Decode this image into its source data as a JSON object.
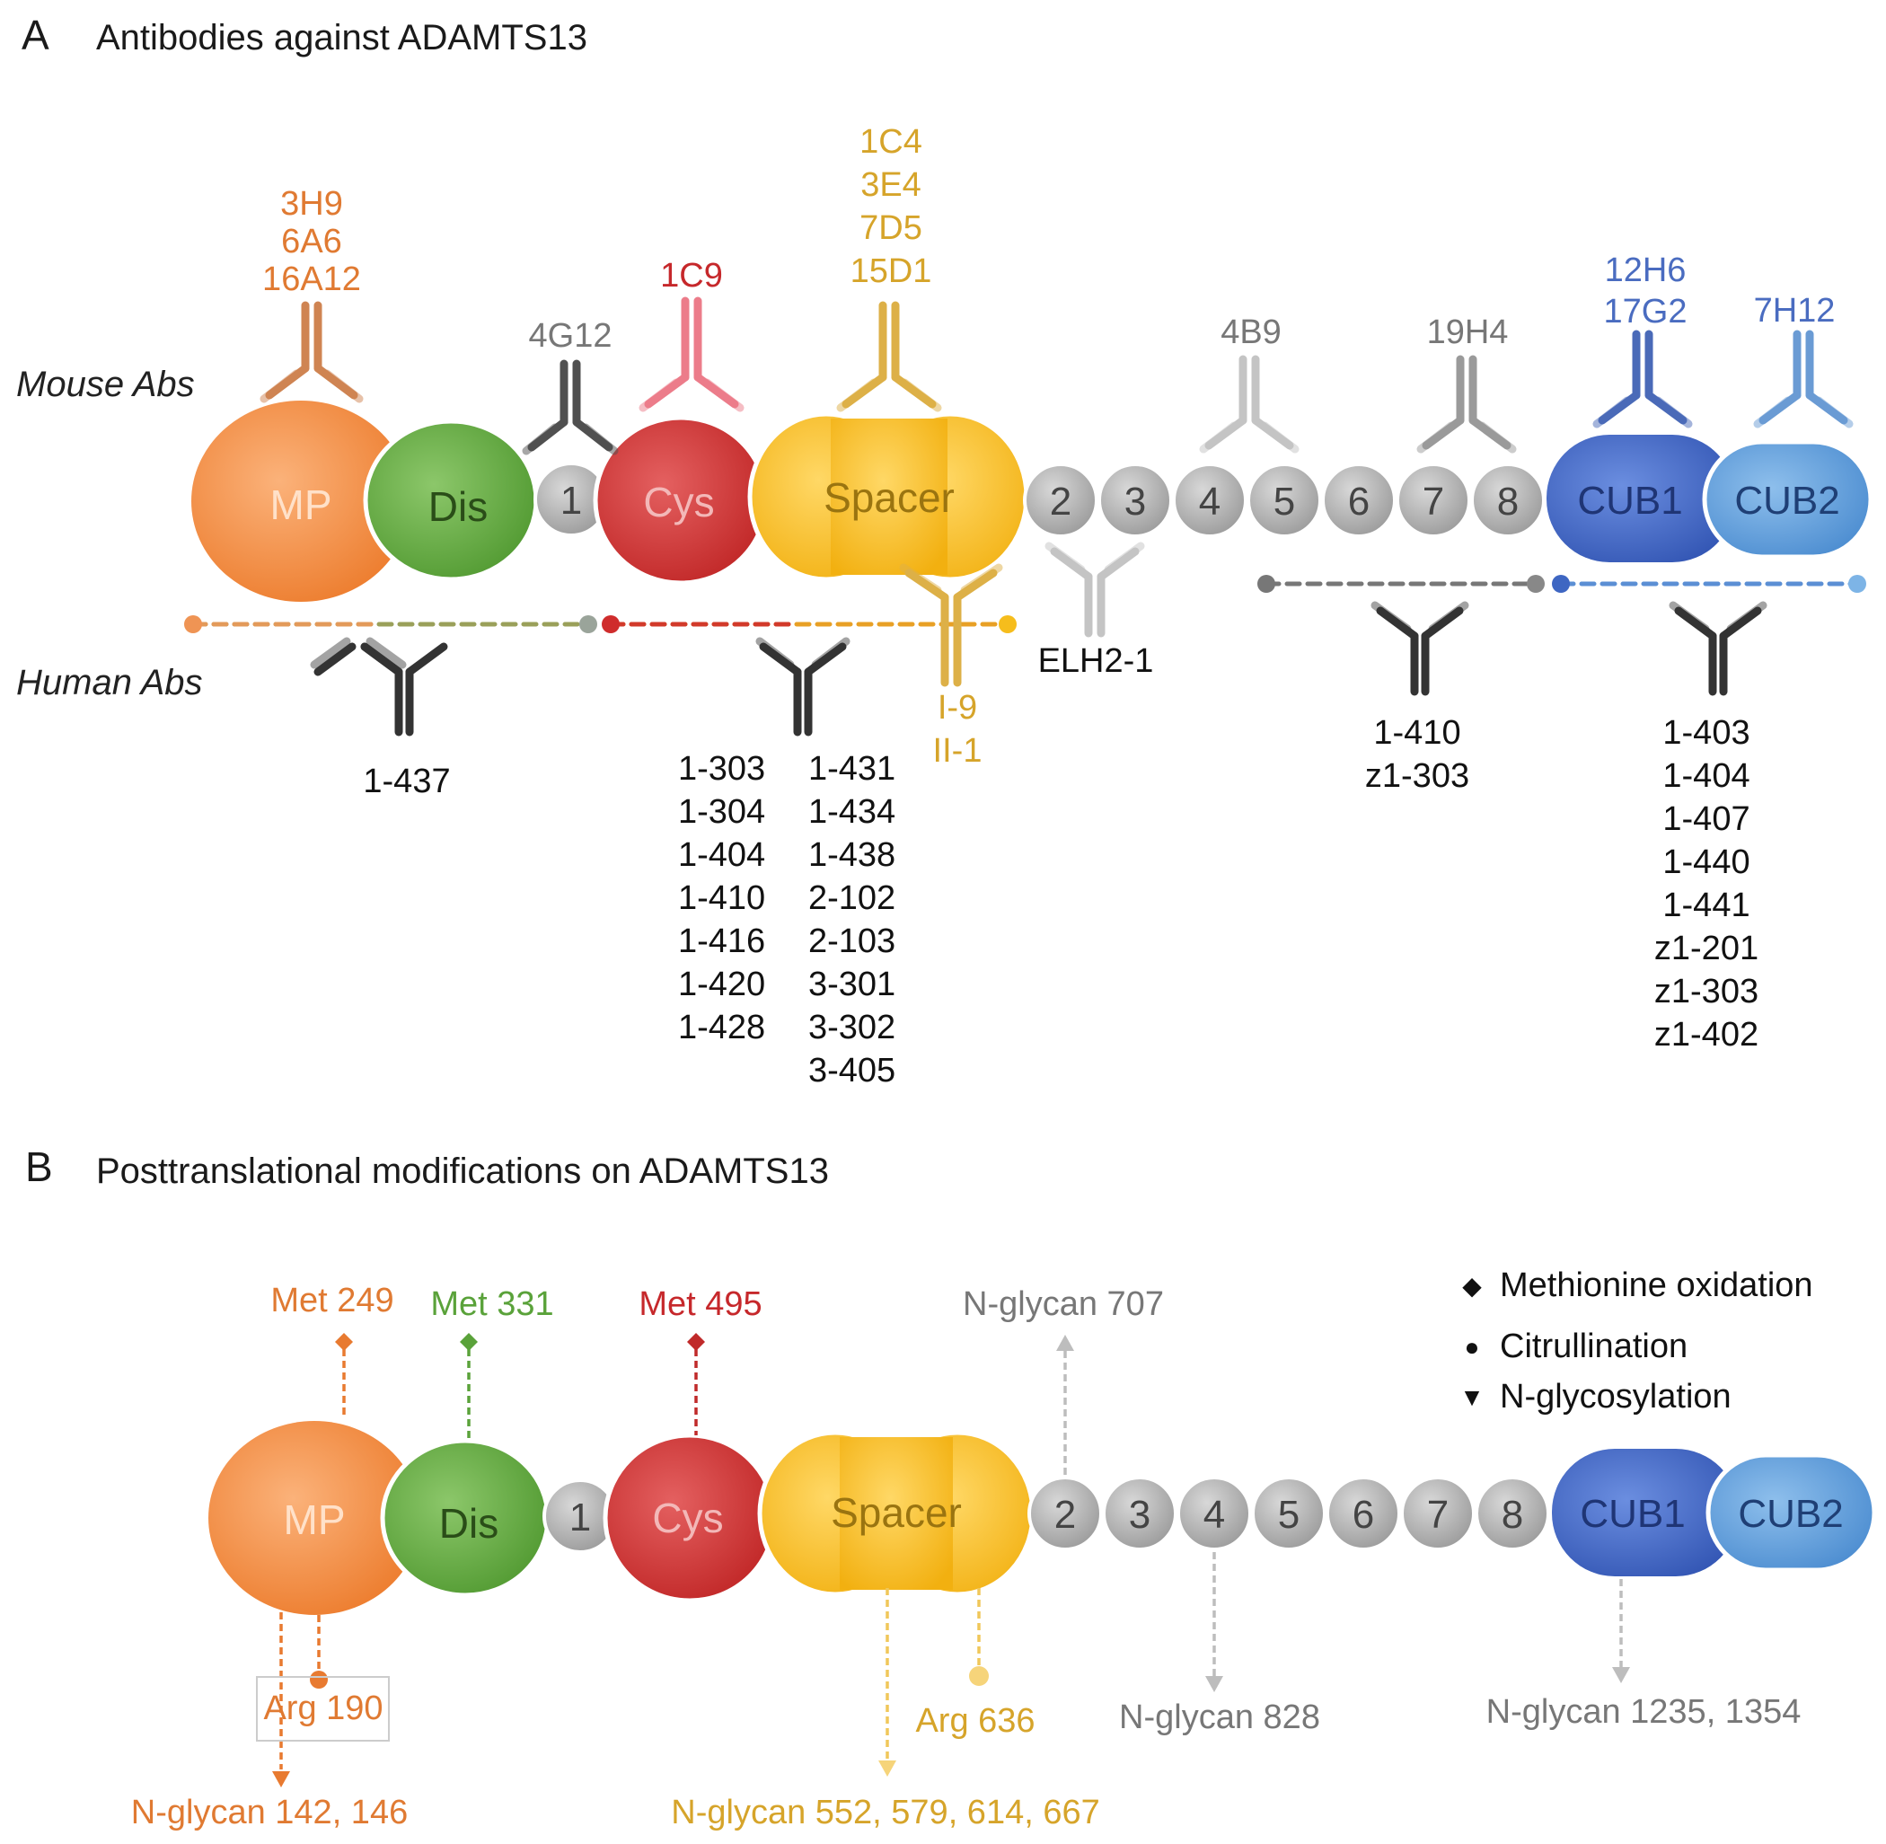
{
  "colors": {
    "mp": "#f08a3c",
    "dis": "#5fa83d",
    "cys": "#cc2f2f",
    "spacer": "#f7bc1e",
    "tsp": "#a6a6a6",
    "cub1": "#3b62c0",
    "cub2": "#5b9ad6",
    "text_mp": "#e07a32",
    "text_dis": "#5aa23a",
    "text_cys": "#c6282b",
    "text_spacer": "#d6a42a",
    "text_cub": "#4a6cc0",
    "text_gray": "#777777",
    "black": "#222222"
  },
  "panel_a": {
    "letter": "A",
    "title": "Antibodies against ADAMTS13",
    "mouse_label": "Mouse Abs",
    "human_label": "Human Abs",
    "domains": {
      "mp": "MP",
      "dis": "Dis",
      "t1": "1",
      "cys": "Cys",
      "spacer": "Spacer",
      "t2": "2",
      "t3": "3",
      "t4": "4",
      "t5": "5",
      "t6": "6",
      "t7": "7",
      "t8": "8",
      "cub1": "CUB1",
      "cub2": "CUB2"
    },
    "mouse_abs": {
      "mp": [
        "3H9",
        "6A6",
        "16A12"
      ],
      "t1": "4G12",
      "cys": "1C9",
      "spacer": [
        "1C4",
        "3E4",
        "7D5",
        "15D1"
      ],
      "t4": "4B9",
      "t7": "19H4",
      "cub1": [
        "12H6",
        "17G2"
      ],
      "cub2": "7H12"
    },
    "human_abs": {
      "mp_dis": "1-437",
      "cys_spacer_left": [
        "1-303",
        "1-304",
        "1-404",
        "1-410",
        "1-416",
        "1-420",
        "1-428"
      ],
      "cys_spacer_right": [
        "1-431",
        "1-434",
        "1-438",
        "2-102",
        "2-103",
        "3-301",
        "3-302",
        "3-405"
      ],
      "spacer": [
        "I-9",
        "II-1"
      ],
      "t2": "ELH2-1",
      "t5_t8": [
        "1-410",
        "z1-303"
      ],
      "cub": [
        "1-403",
        "1-404",
        "1-407",
        "1-440",
        "1-441",
        "z1-201",
        "z1-303",
        "z1-402"
      ]
    }
  },
  "panel_b": {
    "letter": "B",
    "title": "Posttranslational modifications on ADAMTS13",
    "domains": {
      "mp": "MP",
      "dis": "Dis",
      "t1": "1",
      "cys": "Cys",
      "spacer": "Spacer",
      "t2": "2",
      "t3": "3",
      "t4": "4",
      "t5": "5",
      "t6": "6",
      "t7": "7",
      "t8": "8",
      "cub1": "CUB1",
      "cub2": "CUB2"
    },
    "legend": {
      "diamond": "Methionine oxidation",
      "circle": "Citrullination",
      "triangle": "N-glycosylation",
      "diamond_icon": "diamond-icon",
      "circle_icon": "circle-icon",
      "triangle_icon": "triangle-down-icon"
    },
    "ptms": {
      "met249": "Met 249",
      "met331": "Met 331",
      "met495": "Met 495",
      "nglycan707": "N-glycan 707",
      "arg190": "Arg 190",
      "nglycan142": "N-glycan 142, 146",
      "arg636": "Arg 636",
      "nglycan552": "N-glycan 552, 579, 614, 667",
      "nglycan828": "N-glycan 828",
      "nglycan1235": "N-glycan 1235, 1354"
    }
  }
}
